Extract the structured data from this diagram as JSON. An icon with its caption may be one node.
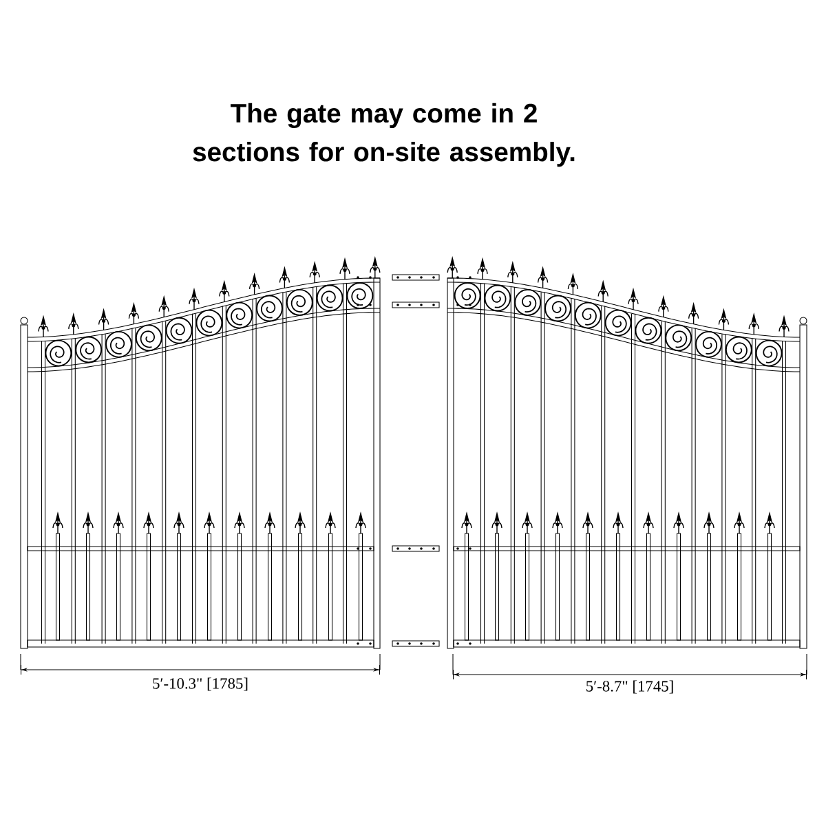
{
  "diagram": {
    "title": "The gate may come in 2 sections for on-site assembly.",
    "labels": [
      "5′-10.3\" [1785]",
      "5′-8.7\" [1745]"
    ]
  }
}
